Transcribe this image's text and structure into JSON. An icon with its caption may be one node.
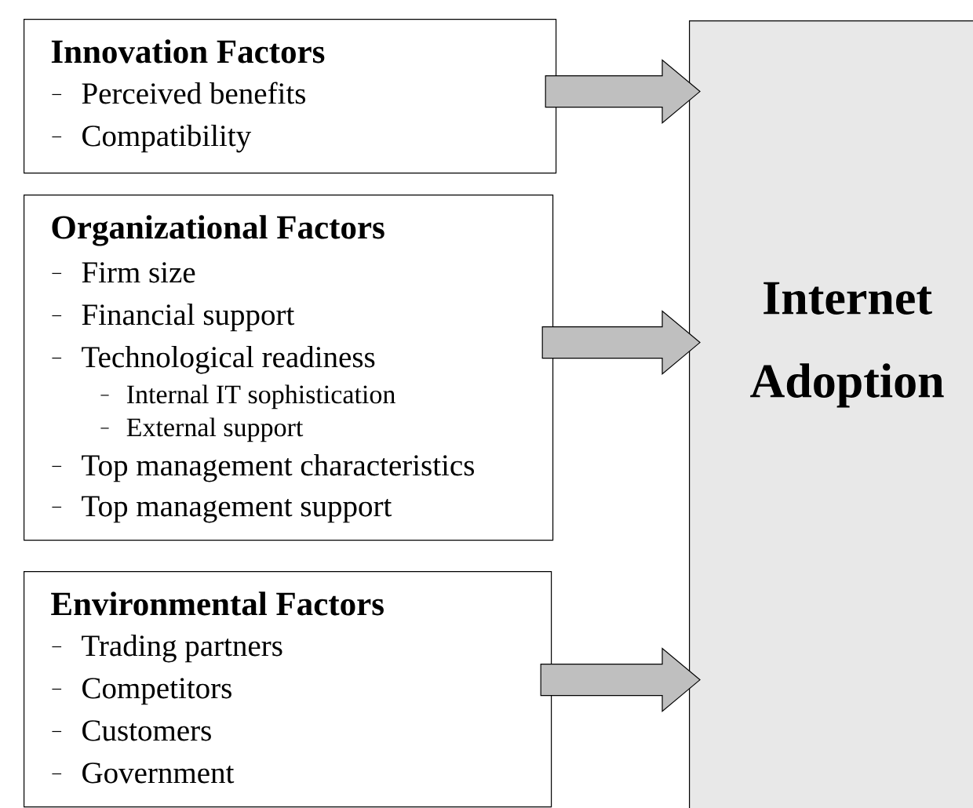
{
  "diagram": {
    "nodes": [
      {
        "text": [
          "Innovation Factors",
          "Perceived benefits",
          "Compatibility"
        ]
      },
      {
        "text": [
          "Organizational Factors",
          "Firm size",
          "Financial support",
          "Technological readiness",
          "Internal IT sophistication",
          "External support",
          "Top management characteristics",
          "Top management support"
        ]
      },
      {
        "text": [
          "Environmental Factors",
          "Trading partners",
          "Competitors",
          "Customers",
          "Government"
        ]
      },
      {
        "text": [
          "Internet Adoption"
        ]
      }
    ],
    "edges": [
      {
        "from": 0,
        "to": 3,
        "arrow": "to"
      },
      {
        "from": 1,
        "to": 3,
        "arrow": "to"
      },
      {
        "from": 2,
        "to": 3,
        "arrow": "to"
      }
    ]
  }
}
